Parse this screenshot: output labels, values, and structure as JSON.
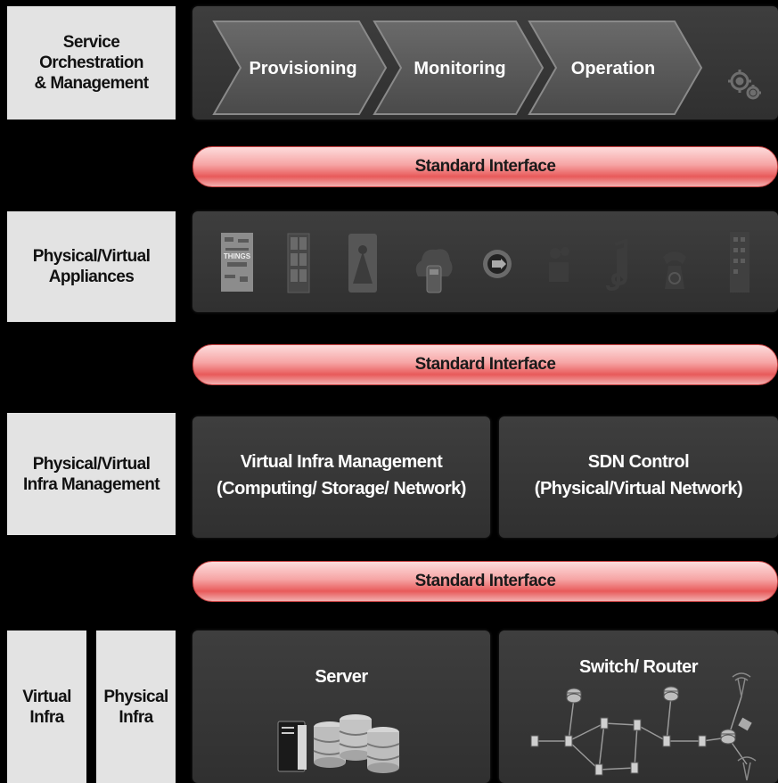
{
  "rows": {
    "orchestration": {
      "label": [
        "Service",
        "Orchestration",
        "& Management"
      ],
      "steps": [
        "Provisioning",
        "Monitoring",
        "Operation"
      ],
      "icon": "gears-icon"
    },
    "appliances": {
      "label": [
        "Physical/Virtual",
        "Appliances"
      ],
      "icons": [
        "iot-things-icon",
        "server-rack-icon",
        "person-photo-icon",
        "cloud-phone-icon",
        "media-player-icon",
        "video-camera-icon",
        "music-note-icon",
        "telephone-icon",
        "building-icon"
      ]
    },
    "infra_management": {
      "label": [
        "Physical/Virtual",
        "Infra Management"
      ],
      "virtual_infra": [
        "Virtual Infra Management",
        "(Computing/ Storage/ Network)"
      ],
      "sdn": [
        "SDN Control",
        "(Physical/Virtual Network)"
      ]
    },
    "infra": {
      "virtual_label": [
        "Virtual",
        "Infra"
      ],
      "physical_label": [
        "Physical",
        "Infra"
      ],
      "server_title": "Server",
      "switch_title": "Switch/ Router"
    }
  },
  "interfaces": [
    "Standard Interface",
    "Standard Interface",
    "Standard Interface"
  ],
  "colors": {
    "interface_bar": "#f6a4a4",
    "panel": "#363636",
    "label_box": "#e3e3e3"
  }
}
